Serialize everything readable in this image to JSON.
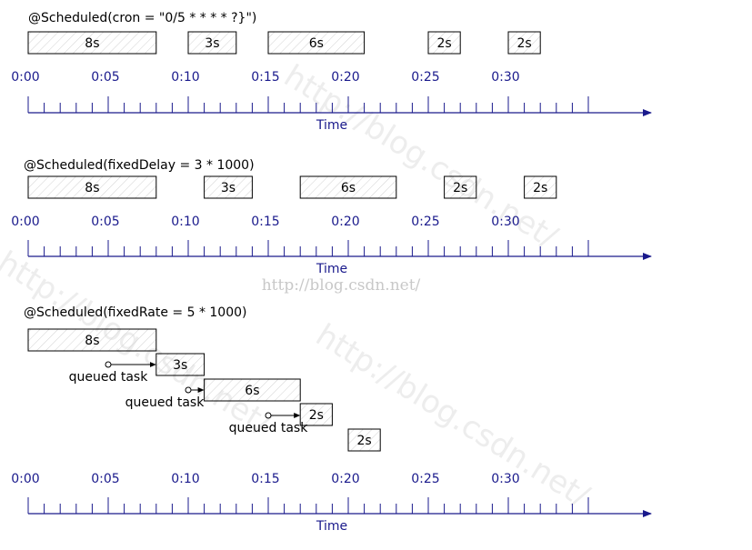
{
  "watermark": "http://blog.csdn.net/",
  "timeline": {
    "tick_labels": [
      "0:00",
      "0:05",
      "0:10",
      "0:15",
      "0:20",
      "0:25",
      "0:30"
    ],
    "axis_label": "Time",
    "minor_ticks": 35
  },
  "colors": {
    "axis": "#1a1a8c",
    "box_border": "#000000",
    "hatch": "#cfcfcf"
  },
  "sections": [
    {
      "title": "@Scheduled(cron = \"0/5 * * * * ?}\")",
      "tasks": [
        {
          "label": "8s",
          "start": 0,
          "duration": 8
        },
        {
          "label": "3s",
          "start": 10,
          "duration": 3
        },
        {
          "label": "6s",
          "start": 15,
          "duration": 6
        },
        {
          "label": "2s",
          "start": 25,
          "duration": 2
        },
        {
          "label": "2s",
          "start": 30,
          "duration": 2
        }
      ]
    },
    {
      "title": "@Scheduled(fixedDelay = 3 * 1000)",
      "tasks": [
        {
          "label": "8s",
          "start": 0,
          "duration": 8
        },
        {
          "label": "3s",
          "start": 11,
          "duration": 3
        },
        {
          "label": "6s",
          "start": 17,
          "duration": 6
        },
        {
          "label": "2s",
          "start": 26,
          "duration": 2
        },
        {
          "label": "2s",
          "start": 31,
          "duration": 2
        }
      ]
    },
    {
      "title": "@Scheduled(fixedRate = 5 * 1000)",
      "tasks": [
        {
          "label": "8s",
          "start": 0,
          "duration": 8
        },
        {
          "label": "3s",
          "start": 8,
          "duration": 3
        },
        {
          "label": "6s",
          "start": 11,
          "duration": 6
        },
        {
          "label": "2s",
          "start": 17,
          "duration": 2
        },
        {
          "label": "2s",
          "start": 20,
          "duration": 2
        }
      ],
      "queued": [
        {
          "label": "queued task",
          "from": 5,
          "to": 8
        },
        {
          "label": "queued task",
          "from": 10,
          "to": 11
        },
        {
          "label": "queued task",
          "from": 15,
          "to": 17
        }
      ]
    }
  ]
}
